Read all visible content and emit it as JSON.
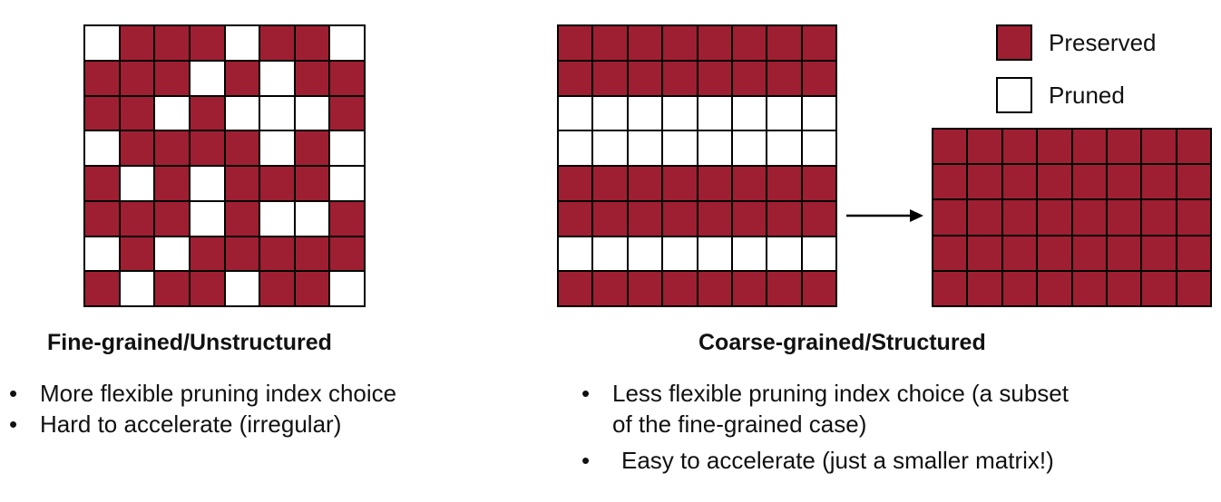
{
  "legend": {
    "preserved_label": "Preserved",
    "pruned_label": "Pruned",
    "preserved_color": "#9e1f32",
    "pruned_color": "#ffffff"
  },
  "fine": {
    "title": "Fine-grained/Unstructured",
    "pattern": [
      "UPPPUPPU",
      "PPPUPUPP",
      "PPUPUUUP",
      "UPPPPUPU",
      "PUPUPPPU",
      "PPPUPUUP",
      "UPUPPPPP",
      "PUPPUPPU"
    ],
    "bullets": [
      "More flexible pruning index choice",
      "Hard to accelerate (irregular)"
    ]
  },
  "coarse": {
    "title": "Coarse-grained/Structured",
    "row_pattern": [
      "P",
      "P",
      "U",
      "U",
      "P",
      "P",
      "U",
      "P"
    ],
    "columns": 8,
    "bullets": [
      "Less flexible pruning index choice (a subset",
      "of the fine-grained case)",
      "Easy to accelerate (just a smaller matrix!)"
    ]
  },
  "result_matrix": {
    "rows": 5,
    "columns": 8
  },
  "bullet_symbol": "•",
  "arrow_icon": "right-arrow-icon"
}
